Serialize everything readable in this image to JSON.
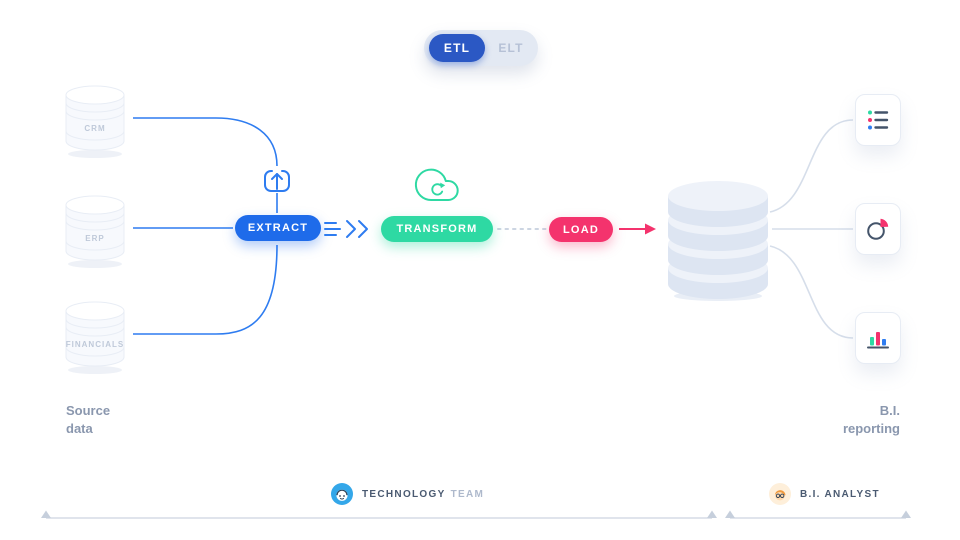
{
  "toggle": {
    "options": [
      {
        "label": "ETL",
        "active": true
      },
      {
        "label": "ELT",
        "active": false
      }
    ]
  },
  "sources": {
    "title": "Source data",
    "items": [
      {
        "label": "CRM"
      },
      {
        "label": "ERP"
      },
      {
        "label": "FINANCIALS"
      }
    ]
  },
  "pipeline": {
    "extract": "EXTRACT",
    "transform": "TRANSFORM",
    "load": "LOAD"
  },
  "reporting": {
    "title": "B.I. reporting"
  },
  "footer": {
    "technology": {
      "primary": "TECHNOLOGY",
      "secondary": "TEAM"
    },
    "analyst": {
      "primary": "B.I. ANALYST"
    }
  },
  "colors": {
    "toggle_active_blue": "#2b58c4",
    "extract_blue": "#1e6bea",
    "transform_green": "#2ed9a3",
    "load_pink": "#f4336d",
    "line_blue": "#2e7cf0",
    "line_gray": "#d6deea",
    "muted_text": "#8a97ae"
  },
  "icons": {
    "upload": "upload-tray-icon",
    "cloud_sync": "cloud-sync-icon",
    "flow": "chevron-flow-icon",
    "warehouse": "database-stack-icon",
    "report_list": "list-report-icon",
    "report_pie": "pie-chart-report-icon",
    "report_bar": "bar-chart-report-icon",
    "tech_avatar": "technology-avatar-icon",
    "analyst_avatar": "analyst-avatar-icon"
  }
}
